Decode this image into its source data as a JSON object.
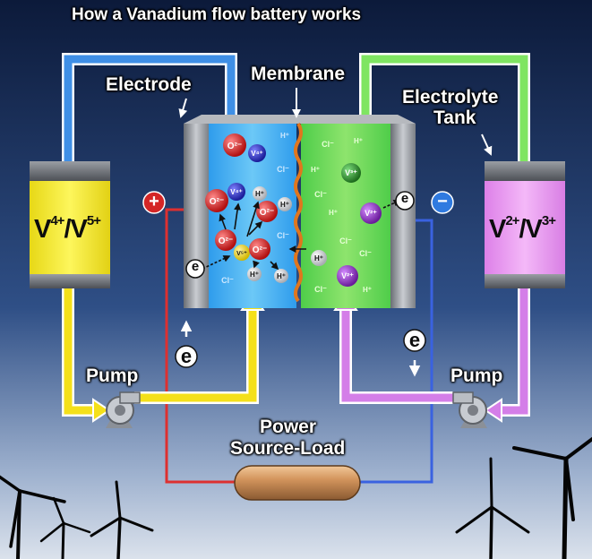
{
  "title": "How a Vanadium flow battery works",
  "labels": {
    "electrode": "Electrode",
    "membrane": "Membrane",
    "electrolyte_tank_line1": "Electrolyte",
    "electrolyte_tank_line2": "Tank",
    "pump_left": "Pump",
    "pump_right": "Pump",
    "power_line1": "Power",
    "power_line2": "Source-Load"
  },
  "tanks": {
    "left": {
      "base": "V",
      "sup1": "4+",
      "mid": "/V",
      "sup2": "5+"
    },
    "right": {
      "base": "V",
      "sup1": "2+",
      "mid": "/V",
      "sup2": "3+"
    }
  },
  "terminals": {
    "positive": "+",
    "negative": "−"
  },
  "electron_symbol": "e",
  "ions": {
    "o2": "O²⁻",
    "v4": "V⁴⁺",
    "v5": "V⁵⁺",
    "v3": "V³⁺",
    "v2": "V²⁺",
    "h": "H⁺",
    "cl": "Cl⁻"
  },
  "colors": {
    "sky_top": "#0c1a3a",
    "sky_bottom": "#cfd8e6",
    "catholyte": "#f6ec21",
    "anolyte": "#e98ff0",
    "flow_blue": "#3f8fe6",
    "flow_green": "#7fe562",
    "flow_yellow": "#f4e01a",
    "flow_purple": "#d47ee8",
    "positive_wire": "#dd3030",
    "negative_wire": "#3a62e0",
    "membrane": "#e0761e",
    "oxygen": "#d81d1d",
    "vanadium": "#2a2dc4"
  },
  "icons": [
    "pump-icon",
    "load-cylinder-icon",
    "wind-turbine-icon",
    "electron-icon"
  ]
}
